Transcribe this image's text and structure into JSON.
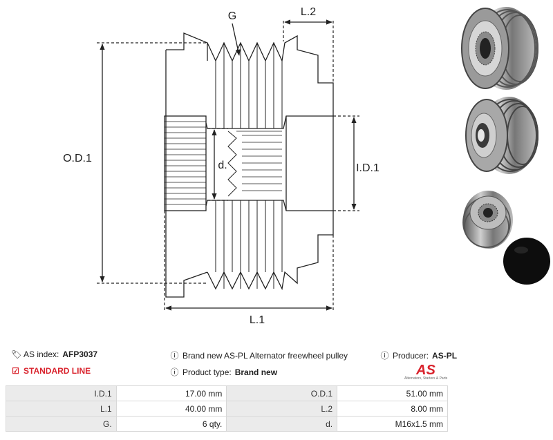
{
  "drawing": {
    "labels": {
      "g": "G",
      "l2": "L.2",
      "od1": "O.D.1",
      "d": "d.",
      "id1": "I.D.1",
      "l1": "L.1"
    }
  },
  "info": {
    "as_index_label": "AS index:",
    "as_index_value": "AFP3037",
    "line": "STANDARD LINE",
    "description": "Brand new AS-PL Alternator freewheel pulley",
    "product_type_label": "Product type:",
    "product_type_value": "Brand new",
    "producer_label": "Producer:",
    "producer_value": "AS-PL"
  },
  "logo": {
    "text": "AS",
    "subtitle": "Alternators, Starters & Parts"
  },
  "specs": [
    {
      "l1": "I.D.1",
      "v1": "17.00 mm",
      "l2": "O.D.1",
      "v2": "51.00 mm"
    },
    {
      "l1": "L.1",
      "v1": "40.00 mm",
      "l2": "L.2",
      "v2": "8.00 mm"
    },
    {
      "l1": "G.",
      "v1": "6 qty.",
      "l2": "d.",
      "v2": "M16x1.5 mm"
    }
  ],
  "colors": {
    "accent": "#d9232d",
    "line": "#222222"
  },
  "icons": {
    "tag": "tag-icon",
    "check": "checkbox-icon",
    "info": "info-icon"
  }
}
